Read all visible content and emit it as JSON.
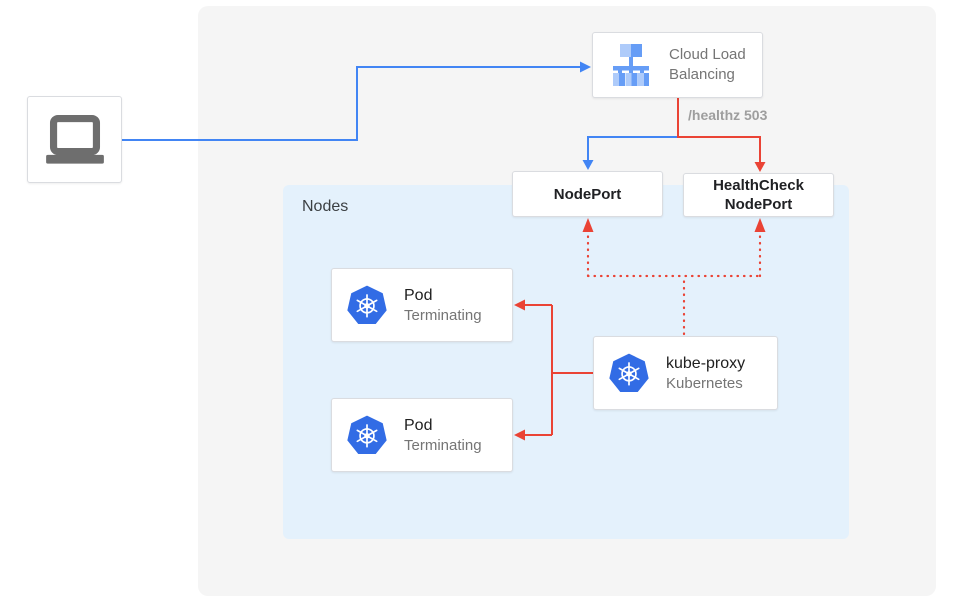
{
  "diagram": {
    "nodes_panel": {
      "label": "Nodes"
    },
    "cloud_load_balancing": {
      "label": "Cloud Load Balancing"
    },
    "health_label": "/healthz 503",
    "nodeport": {
      "label": "NodePort"
    },
    "healthcheck_nodeport": {
      "line1": "HealthCheck",
      "line2": "NodePort"
    },
    "pods": [
      {
        "title": "Pod",
        "subtitle": "Terminating"
      },
      {
        "title": "Pod",
        "subtitle": "Terminating"
      }
    ],
    "kube_proxy": {
      "title": "kube-proxy",
      "subtitle": "Kubernetes"
    }
  },
  "colors": {
    "blue_arrow": "#4285f4",
    "red_arrow": "#ea4335",
    "panel_gray": "#f5f5f5",
    "panel_blue": "#e4f1fc",
    "k8s_blue": "#326ce5",
    "lb_icon_light": "#aecbfa",
    "lb_icon_dark": "#669df6",
    "laptop_gray": "#6e6e6e",
    "text_dark": "#212121",
    "text_gray": "#757575",
    "healthz_gray": "#9e9e9e"
  }
}
